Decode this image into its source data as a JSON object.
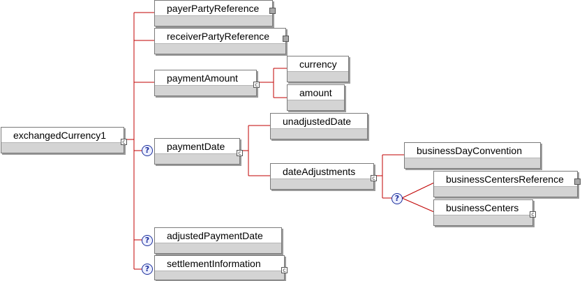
{
  "diagram": {
    "root": {
      "label": "exchangedCurrency1",
      "icon": "element-diamond-icon",
      "type_marker": "c"
    },
    "children": [
      {
        "label": "payerPartyReference",
        "icon": "element-diamond-icon",
        "has_children": false,
        "optional": false
      },
      {
        "label": "receiverPartyReference",
        "icon": "element-diamond-icon",
        "has_children": false,
        "optional": false
      },
      {
        "label": "paymentAmount",
        "icon": "element-diamond-icon",
        "type_marker": "c",
        "optional": false,
        "children": [
          {
            "label": "currency",
            "icon": "element-diamond-icon"
          },
          {
            "label": "amount",
            "icon": "element-diamond-icon"
          }
        ]
      },
      {
        "label": "paymentDate",
        "icon": "element-diamond-icon",
        "type_marker": "c",
        "optional": true,
        "children": [
          {
            "label": "unadjustedDate",
            "icon": "element-diamond-icon"
          },
          {
            "label": "dateAdjustments",
            "icon": "element-diamond-icon",
            "type_marker": "c",
            "children": [
              {
                "label": "businessDayConvention",
                "icon": "element-diamond-icon"
              },
              {
                "label": "businessCentersReference",
                "icon": "element-diamond-icon",
                "optional_choice": true
              },
              {
                "label": "businessCenters",
                "icon": "element-diamond-icon",
                "type_marker": "c",
                "optional_choice": true
              }
            ]
          }
        ]
      },
      {
        "label": "adjustedPaymentDate",
        "icon": "element-diamond-icon",
        "optional": true
      },
      {
        "label": "settlementInformation",
        "icon": "element-diamond-icon",
        "type_marker": "c",
        "optional": true
      }
    ],
    "optional_marker": "?",
    "colors": {
      "connector": "#c00000",
      "diamond": "#0a2a9a",
      "node_fill": "#d4d4d4"
    }
  }
}
